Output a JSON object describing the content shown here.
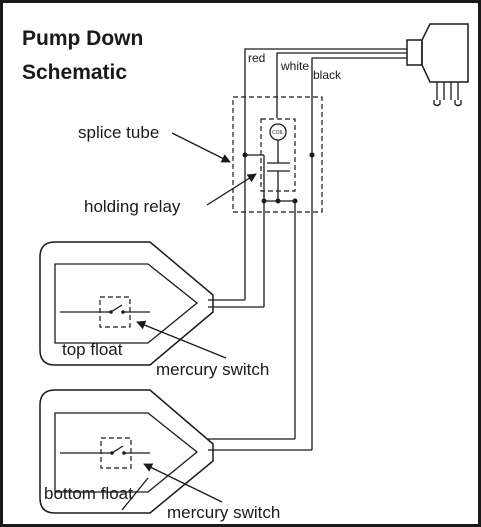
{
  "title": {
    "line1": "Pump Down",
    "line2": "Schematic"
  },
  "wires": {
    "red": "red",
    "white": "white",
    "black": "black"
  },
  "labels": {
    "splice_tube": "splice tube",
    "holding_relay": "holding relay",
    "coil": "COIL",
    "top_float": "top float",
    "bottom_float": "bottom float",
    "mercury_switch_top": "mercury switch",
    "mercury_switch_bottom": "mercury switch"
  }
}
